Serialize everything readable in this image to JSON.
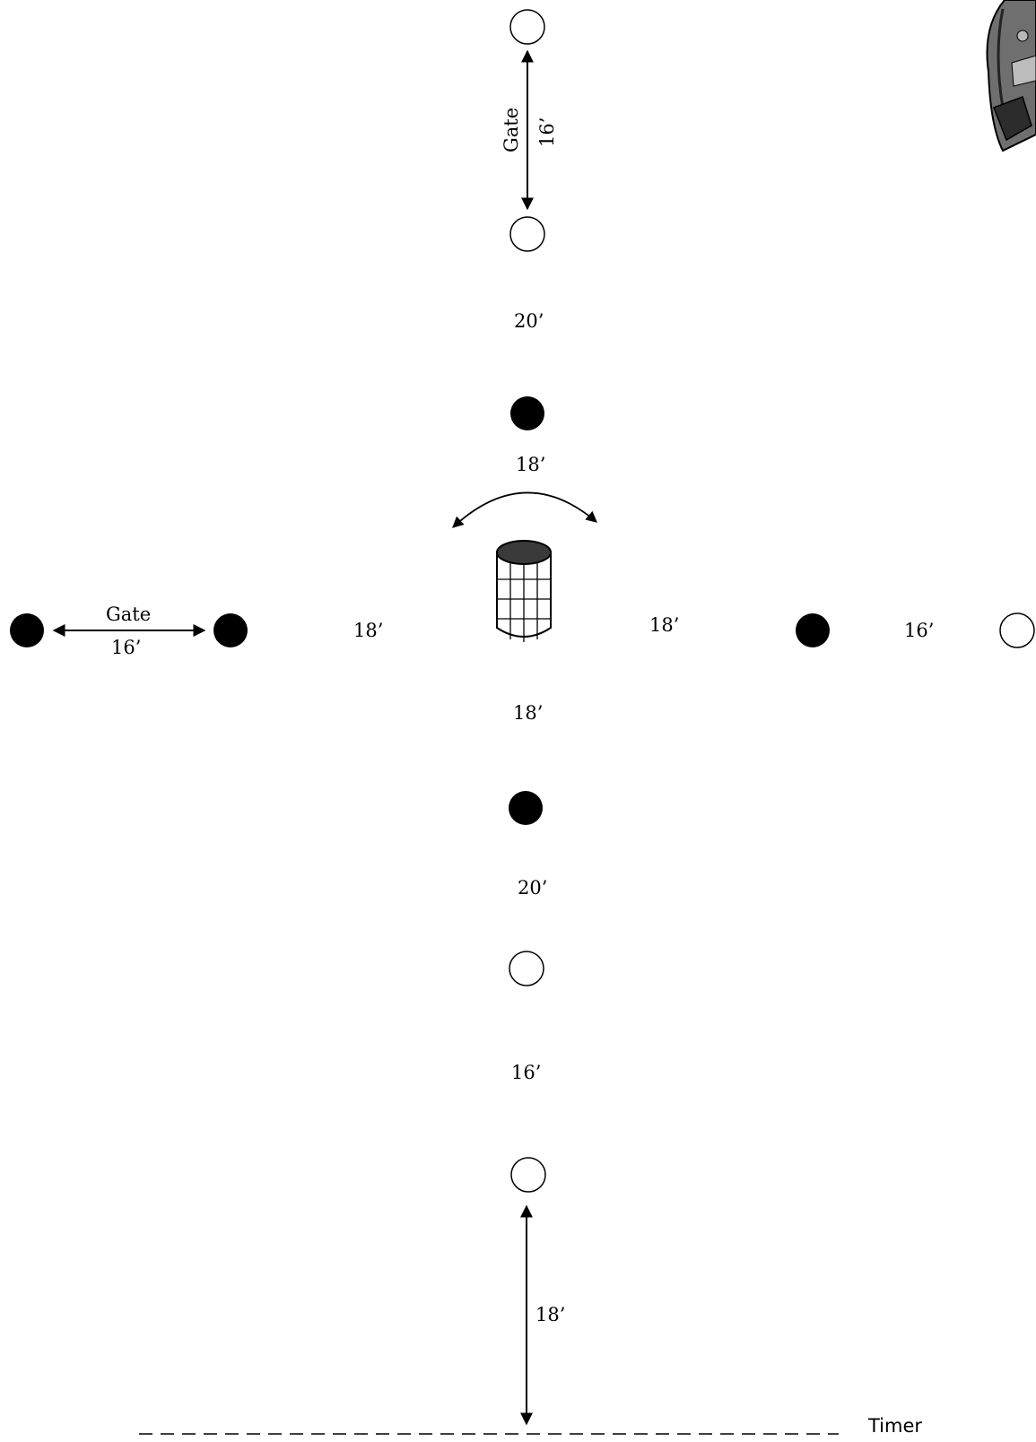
{
  "colors": {
    "stroke": "#000000",
    "filled_cone": "#000000",
    "open_cone": "#ffffff",
    "barrel_lid": "#3a3a3a"
  },
  "icons": {
    "barrel": "barrel-icon",
    "logo": "helmet-logo"
  },
  "labels": {
    "top_gate_word": "Gate",
    "top_gate_distance": "16’",
    "top_to_upper_solid": "20’",
    "upper_solid_to_barrel": "18’",
    "left_gate_word": "Gate",
    "left_gate_distance": "16’",
    "left_gate_to_barrel": "18’",
    "barrel_to_right_solid": "18’",
    "right_solid_to_open": "16’",
    "barrel_to_lower_solid": "18’",
    "lower_solid_to_open": "20’",
    "lower_open_pair": "16’",
    "start_line_distance": "18’",
    "timer": "Timer"
  }
}
